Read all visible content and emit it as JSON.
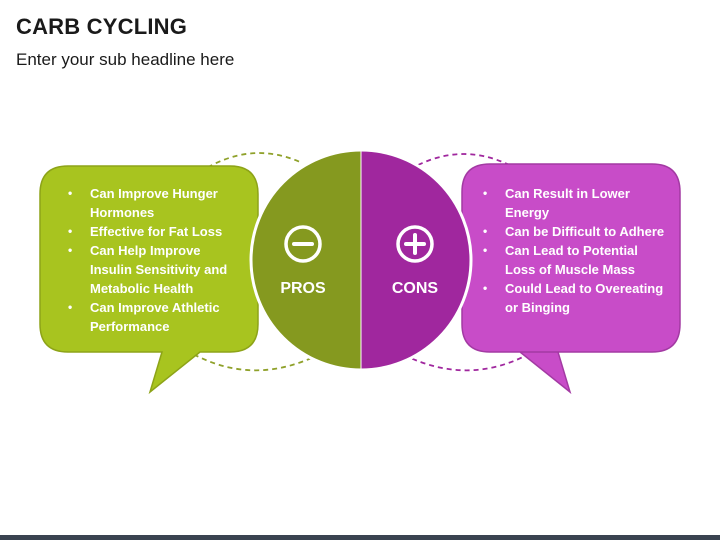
{
  "header": {
    "title": "CARB CYCLING",
    "subtitle": "Enter your sub headline here"
  },
  "pros": {
    "label": "PROS",
    "icon": "minus-circle-icon",
    "color": "#A8C41F",
    "half_color": "#85991F",
    "items": [
      "Can Improve Hunger Hormones",
      "Effective for Fat Loss",
      "Can Help Improve Insulin Sensitivity and Metabolic Health",
      "Can Improve Athletic Performance"
    ]
  },
  "cons": {
    "label": "CONS",
    "icon": "plus-circle-icon",
    "color": "#C84CC8",
    "half_color": "#A0279E",
    "items": [
      "Can Result in Lower Energy",
      "Can be Difficult to Adhere",
      "Can Lead to Potential Loss of Muscle Mass",
      "Could Lead to Overeating or Binging"
    ]
  }
}
